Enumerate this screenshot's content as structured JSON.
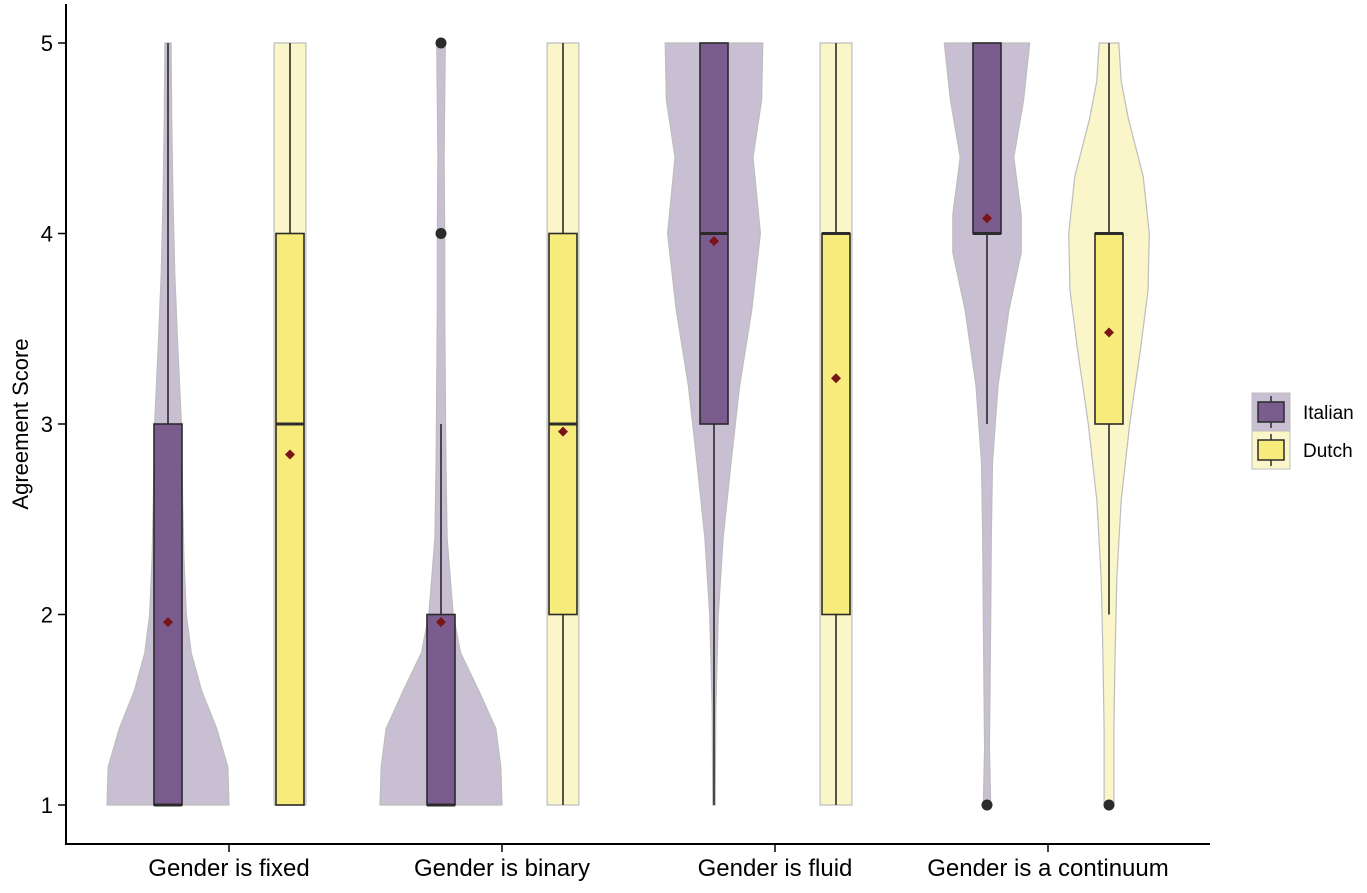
{
  "chart_data": {
    "type": "violin-box",
    "title": "",
    "xlabel": "",
    "ylabel": "Agreement Score",
    "ylim": [
      1,
      5
    ],
    "yticks": [
      1,
      2,
      3,
      4,
      5
    ],
    "categories": [
      "Gender is fixed",
      "Gender is binary",
      "Gender is fluid",
      "Gender is a continuum"
    ],
    "legend": {
      "placement": "right",
      "entries": [
        "Italian",
        "Dutch"
      ]
    },
    "colors": {
      "Italian_box": "#7a5c8e",
      "Italian_violin": "#c9bfd2",
      "Dutch_box": "#f7eb7c",
      "Dutch_violin": "#fbf6c9",
      "mean_marker": "#7b1414",
      "outline": "#2b2b2b",
      "violin_outline": "#bdbdbd"
    },
    "series": [
      {
        "name": "Italian",
        "groups": [
          {
            "category": "Gender is fixed",
            "min": 1,
            "q1": 1,
            "median": 1,
            "q3": 3,
            "max": 5,
            "mean": 1.96,
            "outliers": [],
            "density": [
              [
                1,
                1.0
              ],
              [
                1.2,
                0.98
              ],
              [
                1.4,
                0.8
              ],
              [
                1.6,
                0.55
              ],
              [
                1.8,
                0.38
              ],
              [
                2.0,
                0.3
              ],
              [
                2.3,
                0.26
              ],
              [
                2.6,
                0.24
              ],
              [
                3.0,
                0.22
              ],
              [
                3.4,
                0.16
              ],
              [
                3.8,
                0.11
              ],
              [
                4.2,
                0.08
              ],
              [
                4.6,
                0.06
              ],
              [
                5,
                0.05
              ]
            ]
          },
          {
            "category": "Gender is binary",
            "min": 1,
            "q1": 1,
            "median": 1,
            "q3": 2,
            "max": 3,
            "mean": 1.96,
            "outliers": [
              4,
              5
            ],
            "density": [
              [
                1,
                1.0
              ],
              [
                1.2,
                0.98
              ],
              [
                1.4,
                0.9
              ],
              [
                1.6,
                0.62
              ],
              [
                1.8,
                0.32
              ],
              [
                2.0,
                0.2
              ],
              [
                2.4,
                0.1
              ],
              [
                2.8,
                0.08
              ],
              [
                3.2,
                0.07
              ],
              [
                3.6,
                0.06
              ],
              [
                4.0,
                0.06
              ],
              [
                4.4,
                0.05
              ],
              [
                4.7,
                0.06
              ],
              [
                5,
                0.07
              ]
            ]
          },
          {
            "category": "Gender is fluid",
            "min": 1,
            "q1": 3,
            "median": 4,
            "q3": 5,
            "max": 5,
            "mean": 3.96,
            "outliers": [],
            "density": [
              [
                1,
                0.02
              ],
              [
                1.5,
                0.03
              ],
              [
                2.0,
                0.07
              ],
              [
                2.4,
                0.15
              ],
              [
                2.8,
                0.28
              ],
              [
                3.2,
                0.42
              ],
              [
                3.6,
                0.62
              ],
              [
                4.0,
                0.76
              ],
              [
                4.4,
                0.64
              ],
              [
                4.7,
                0.78
              ],
              [
                5,
                0.8
              ]
            ]
          },
          {
            "category": "Gender is a continuum",
            "min": 3,
            "q1": 4,
            "median": 4,
            "q3": 5,
            "max": 5,
            "mean": 4.08,
            "outliers": [
              1
            ],
            "density": [
              [
                1,
                0.06
              ],
              [
                1.3,
                0.04
              ],
              [
                1.6,
                0.05
              ],
              [
                2.0,
                0.06
              ],
              [
                2.4,
                0.07
              ],
              [
                2.8,
                0.09
              ],
              [
                3.2,
                0.18
              ],
              [
                3.6,
                0.36
              ],
              [
                3.9,
                0.56
              ],
              [
                4.1,
                0.56
              ],
              [
                4.4,
                0.44
              ],
              [
                4.7,
                0.6
              ],
              [
                5,
                0.7
              ]
            ]
          }
        ]
      },
      {
        "name": "Dutch",
        "groups": [
          {
            "category": "Gender is fixed",
            "min": 1,
            "q1": 1,
            "median": 3,
            "q3": 4,
            "max": 5,
            "mean": 2.84,
            "outliers": [],
            "density": [
              [
                1,
                0.26
              ],
              [
                2,
                0.26
              ],
              [
                3,
                0.26
              ],
              [
                4,
                0.26
              ],
              [
                5,
                0.26
              ]
            ]
          },
          {
            "category": "Gender is binary",
            "min": 1,
            "q1": 2,
            "median": 3,
            "q3": 4,
            "max": 5,
            "mean": 2.96,
            "outliers": [],
            "density": [
              [
                1,
                0.26
              ],
              [
                2,
                0.26
              ],
              [
                3,
                0.26
              ],
              [
                4,
                0.26
              ],
              [
                5,
                0.26
              ]
            ]
          },
          {
            "category": "Gender is fluid",
            "min": 1,
            "q1": 2,
            "median": 4,
            "q3": 4,
            "max": 5,
            "mean": 3.24,
            "outliers": [],
            "density": [
              [
                1,
                0.26
              ],
              [
                2,
                0.26
              ],
              [
                3,
                0.26
              ],
              [
                4,
                0.26
              ],
              [
                5,
                0.26
              ]
            ]
          },
          {
            "category": "Gender is a continuum",
            "min": 2,
            "q1": 3,
            "median": 4,
            "q3": 4,
            "max": 5,
            "mean": 3.48,
            "outliers": [
              1
            ],
            "density": [
              [
                1,
                0.08
              ],
              [
                1.4,
                0.08
              ],
              [
                1.8,
                0.1
              ],
              [
                2.2,
                0.13
              ],
              [
                2.6,
                0.2
              ],
              [
                3.0,
                0.34
              ],
              [
                3.4,
                0.52
              ],
              [
                3.7,
                0.64
              ],
              [
                4.0,
                0.66
              ],
              [
                4.3,
                0.56
              ],
              [
                4.6,
                0.32
              ],
              [
                4.8,
                0.2
              ],
              [
                5,
                0.16
              ]
            ]
          }
        ]
      }
    ]
  }
}
